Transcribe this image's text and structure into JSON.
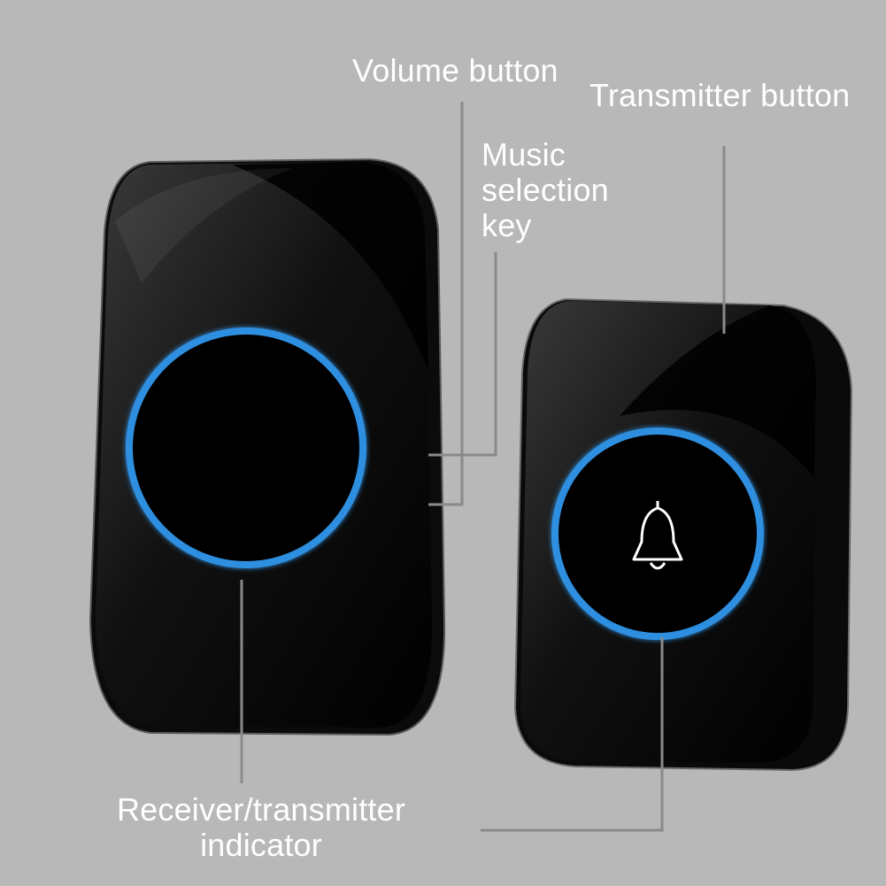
{
  "labels": {
    "volume_button": "Volume button",
    "transmitter_button": "Transmitter button",
    "music_selection_key": [
      "Music",
      "selection",
      "key"
    ],
    "indicator": [
      "Receiver/transmitter",
      "indicator"
    ]
  },
  "colors": {
    "background": "#b8b8b8",
    "device_body": "#050505",
    "ring": "#2f8fe0",
    "label_text": "#ffffff",
    "leader_line": "#8a8a8a"
  },
  "icons": {
    "transmitter_center": "bell-icon"
  }
}
